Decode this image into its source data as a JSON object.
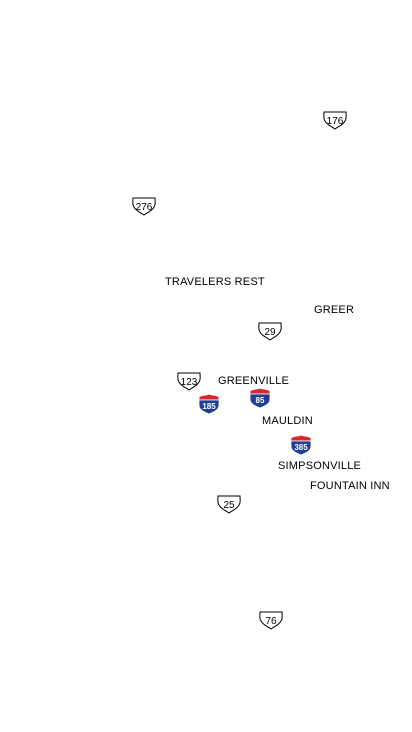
{
  "cities": {
    "travelers_rest": "TRAVELERS REST",
    "greer": "GREER",
    "greenville": "GREENVILLE",
    "mauldin": "MAULDIN",
    "simpsonville": "SIMPSONVILLE",
    "fountain_inn": "FOUNTAIN INN"
  },
  "us_routes": {
    "r176": "176",
    "r276": "276",
    "r29": "29",
    "r123": "123",
    "r25": "25",
    "r76": "76"
  },
  "interstates": {
    "i185": "185",
    "i85": "85",
    "i385": "385"
  },
  "colors": {
    "interstate_blue": "#1f3f95",
    "interstate_red": "#d8262e",
    "shield_fill": "#ffffff",
    "shield_stroke": "#000000"
  }
}
